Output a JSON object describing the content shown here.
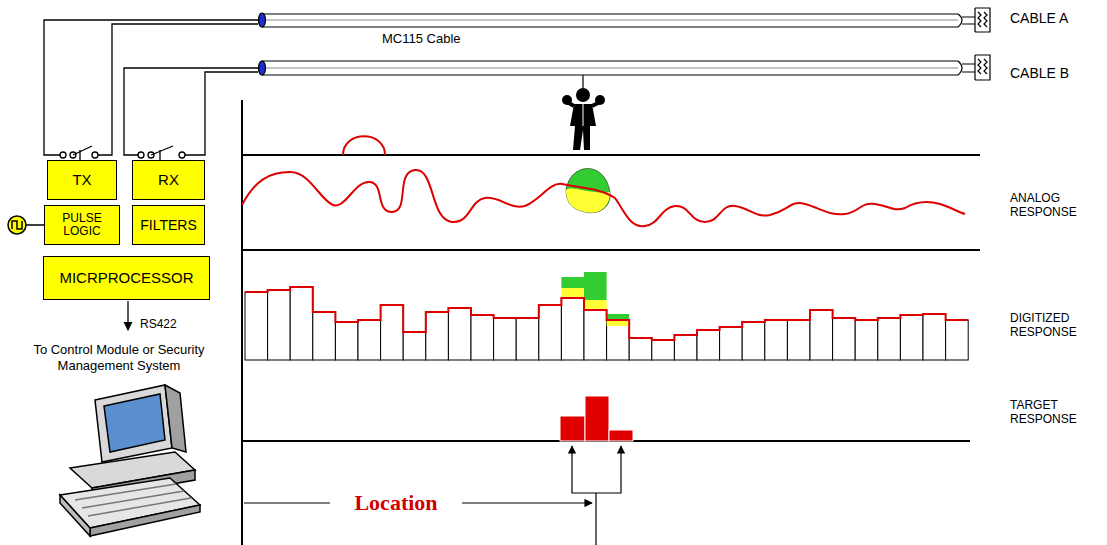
{
  "diagram": {
    "nodes": [
      {
        "text": [
          "TX"
        ]
      },
      {
        "text": [
          "RX"
        ]
      },
      {
        "text": [
          "PULSE LOGIC"
        ]
      },
      {
        "text": [
          "FILTERS"
        ]
      },
      {
        "text": [
          "MICRPROCESSOR"
        ]
      }
    ],
    "labels": [
      "CABLE A",
      "MC115 Cable",
      "CABLE B",
      "ANALOG RESPONSE",
      "DIGITIZED RESPONSE",
      "RS422",
      "To Control Module or Security Management System",
      "TARGET RESPONSE",
      "Location"
    ]
  }
}
